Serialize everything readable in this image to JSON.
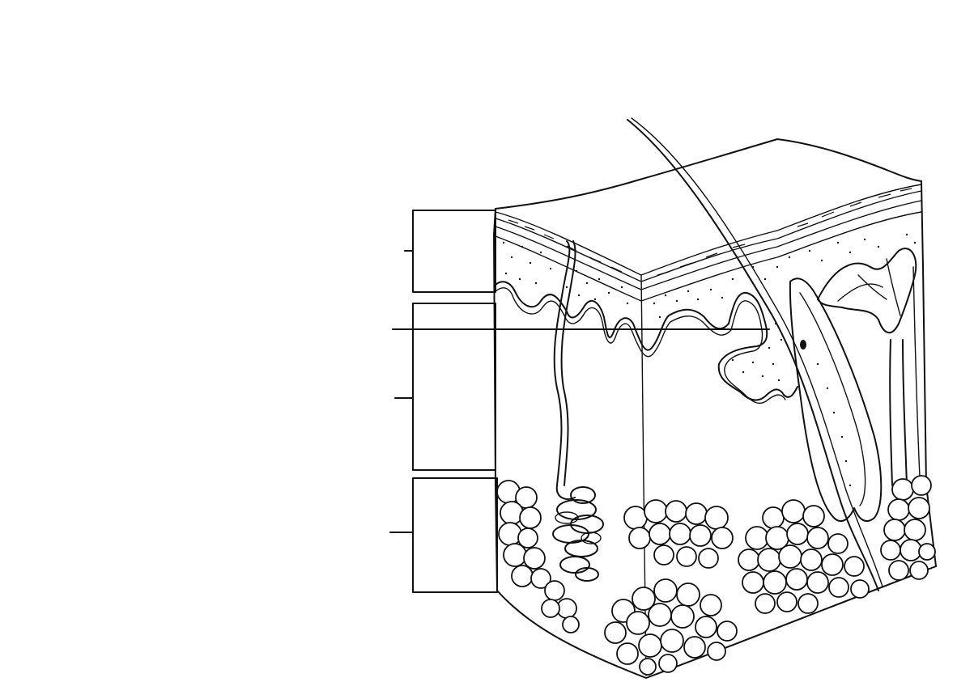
{
  "diagram": {
    "subject": "skin-cross-section",
    "label_boxes": [
      {
        "id": "box-epidermis",
        "text": ""
      },
      {
        "id": "box-dermis",
        "text": ""
      },
      {
        "id": "box-hypodermis",
        "text": ""
      }
    ],
    "colors": {
      "ink": "#111111",
      "background": "#ffffff"
    }
  }
}
